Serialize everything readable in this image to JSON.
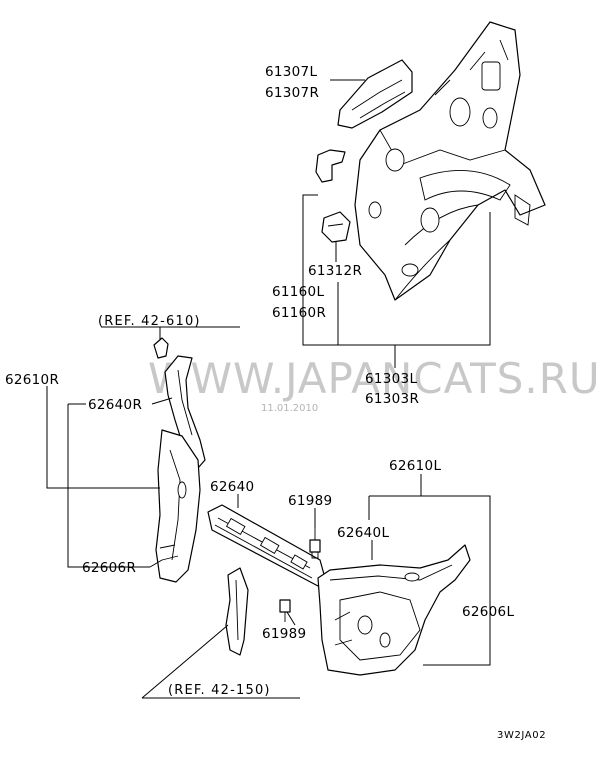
{
  "diagram": {
    "watermark": "WWW.JAPANCATS.RU",
    "date_stamp": "11.01.2010",
    "figure_code": "3W2JA02",
    "references": [
      {
        "id": "ref-42-610",
        "text": "(REF. 42-610)"
      },
      {
        "id": "ref-42-150",
        "text": "(REF. 42-150)"
      }
    ],
    "part_labels": {
      "p61307l": "61307L",
      "p61307r": "61307R",
      "p61312r": "61312R",
      "p61160l": "61160L",
      "p61160r": "61160R",
      "p61303l": "61303L",
      "p61303r": "61303R",
      "p62610r": "62610R",
      "p62640r": "62640R",
      "p62640": "62640",
      "p61989a": "61989",
      "p61989b": "61989",
      "p62610l": "62610L",
      "p62640l": "62640L",
      "p62606r": "62606R",
      "p62606l": "62606L"
    }
  }
}
